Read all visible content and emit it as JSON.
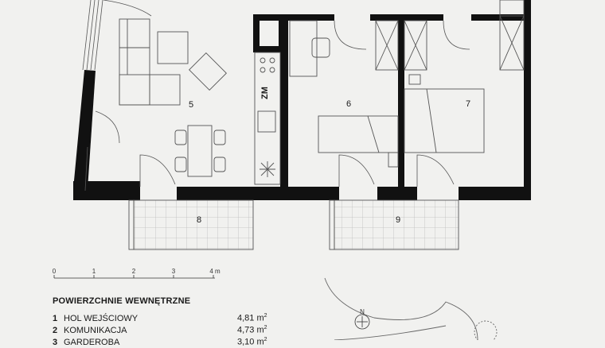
{
  "rooms": {
    "r5": "5",
    "r6": "6",
    "r7": "7",
    "r8": "8",
    "r9": "9",
    "zm": "ZM"
  },
  "scale": {
    "ticks": [
      "0",
      "1",
      "2",
      "3",
      "4 m"
    ]
  },
  "compass": {
    "north": "N"
  },
  "legend": {
    "title": "POWIERZCHNIE WEWNĘTRZNE",
    "unit": "m",
    "unit_sup": "2",
    "rows": [
      {
        "num": "1",
        "name": "HOL WEJŚCIOWY",
        "area": "4,81"
      },
      {
        "num": "2",
        "name": "KOMUNIKACJA",
        "area": "4,73"
      },
      {
        "num": "3",
        "name": "GARDEROBA",
        "area": "3,10"
      }
    ]
  }
}
